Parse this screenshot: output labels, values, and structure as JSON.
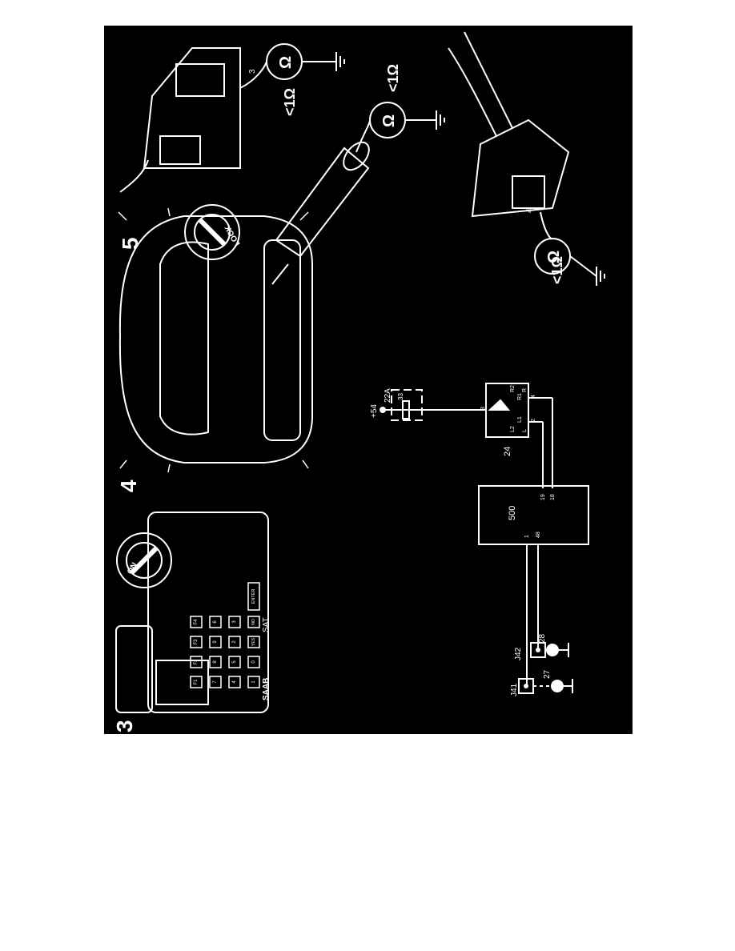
{
  "figure": {
    "panels": [
      {
        "number": "3"
      },
      {
        "number": "4"
      },
      {
        "number": "5"
      }
    ],
    "tester": {
      "brand": "SAAB",
      "model": "SAT",
      "keys": [
        "F1",
        "F2",
        "F3",
        "F4",
        "7",
        "8",
        "9",
        "6",
        "4",
        "5",
        "2",
        "3",
        "1",
        "0",
        "YES",
        "NO",
        "ENTER"
      ]
    },
    "ignition_on": {
      "label": "ON"
    },
    "ignition_lock": {
      "label": "LOCK"
    },
    "measurements": [
      {
        "symbol": "Ω",
        "reading": "<1Ω",
        "pin": "3"
      },
      {
        "symbol": "Ω",
        "reading": "<1Ω"
      },
      {
        "symbol": "Ω",
        "reading": "<1Ω",
        "pin": "4"
      }
    ],
    "schematic": {
      "supply": "+54",
      "fuse_box": "22A",
      "fuse": "33",
      "switch": {
        "id": "24",
        "pin_in": "3",
        "pin_l": "2",
        "pin_r": "4",
        "contacts": [
          "R2",
          "R1",
          "R",
          "L2",
          "L1",
          "L"
        ]
      },
      "control_unit": {
        "id": "500",
        "pins": [
          "1",
          "48",
          "19",
          "18"
        ]
      },
      "connectors": [
        "J41",
        "J42"
      ],
      "lamps": [
        "27",
        "28"
      ]
    },
    "colors": {
      "background": "#000000",
      "lines": "#ffffff"
    }
  }
}
